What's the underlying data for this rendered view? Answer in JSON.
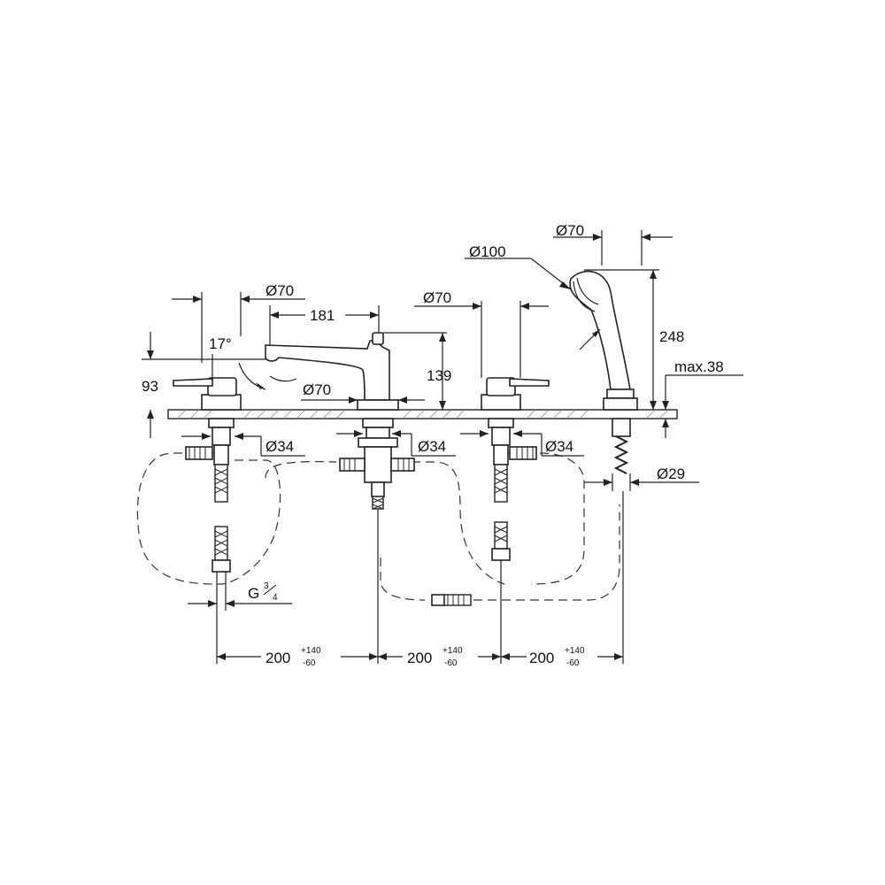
{
  "dimensions": {
    "d70_handshower": "Ø70",
    "d100_head": "Ø100",
    "h248": "248",
    "max38": "max.38",
    "d29": "Ø29",
    "d70_left": "Ø70",
    "spout_181": "181",
    "angle_17": "17°",
    "h93": "93",
    "d70_spout_base": "Ø70",
    "h139": "139",
    "d70_right_handle": "Ø70",
    "d34_left": "Ø34",
    "d34_center": "Ø34",
    "d34_right": "Ø34",
    "thread_g": "G",
    "thread_num": "3",
    "thread_den": "4",
    "spacing_value": "200",
    "spacing_plus": "+140",
    "spacing_minus": "-60"
  }
}
